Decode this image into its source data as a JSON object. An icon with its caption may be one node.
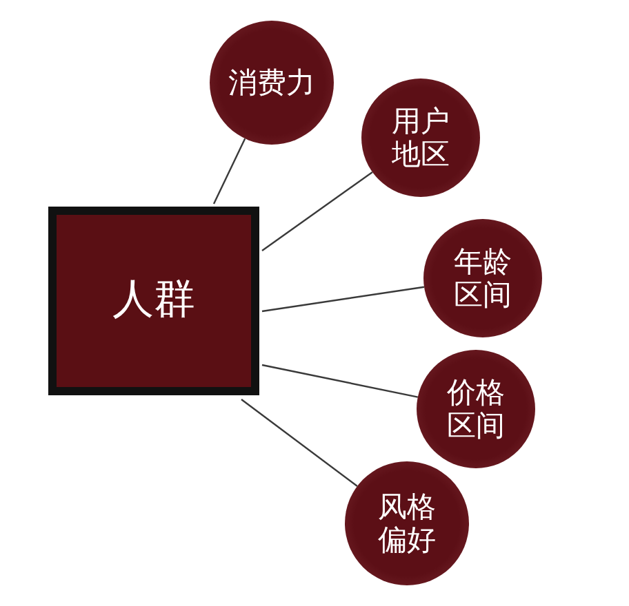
{
  "diagram": {
    "nodes": [
      {
        "text": [
          "人群"
        ]
      },
      {
        "text": [
          "消费力"
        ]
      },
      {
        "text": [
          "用户地区"
        ]
      },
      {
        "text": [
          "年龄区间"
        ]
      },
      {
        "text": [
          "价格区间"
        ]
      },
      {
        "text": [
          "风格偏好"
        ]
      }
    ],
    "edges": [
      {
        "from": 0,
        "to": 1,
        "arrow": "none"
      },
      {
        "from": 0,
        "to": 2,
        "arrow": "none"
      },
      {
        "from": 0,
        "to": 3,
        "arrow": "none"
      },
      {
        "from": 0,
        "to": 4,
        "arrow": "none"
      },
      {
        "from": 0,
        "to": 5,
        "arrow": "none"
      }
    ]
  }
}
